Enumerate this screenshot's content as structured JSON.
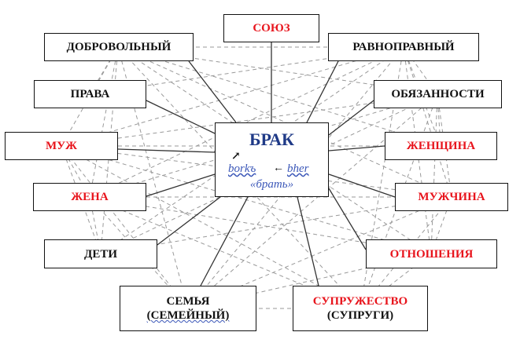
{
  "center": {
    "title": "БРАК",
    "word_left": "borkъ",
    "word_right": "bher",
    "meaning": "«брать»",
    "arrow_up": "↗",
    "arrow_left": "←"
  },
  "nodes": {
    "soyuz": "СОЮЗ",
    "dobrovolny": "ДОБРОВОЛЬНЫЙ",
    "ravnopravny": "РАВНОПРАВНЫЙ",
    "prava": "ПРАВА",
    "obyazannosti": "ОБЯЗАННОСТИ",
    "muzh": "МУЖ",
    "zhenshchina": "ЖЕНЩИНА",
    "zhena": "ЖЕНА",
    "muzhchina": "МУЖЧИНА",
    "deti": "ДЕТИ",
    "otnosheniya": "ОТНОШЕНИЯ",
    "semya_line1": "СЕМЬЯ",
    "semya_line2": "(СЕМЕЙНЫЙ)",
    "suprugestvo_line1": "СУПРУЖЕСТВО",
    "suprugestvo_line2": "(СУПРУГИ)"
  },
  "colors": {
    "red_text": "#e8141c",
    "black_text": "#111111",
    "center_title": "#1f3a87",
    "center_italic": "#3b57b8",
    "dashed_link": "#9a9a9a",
    "solid_link": "#333333"
  }
}
